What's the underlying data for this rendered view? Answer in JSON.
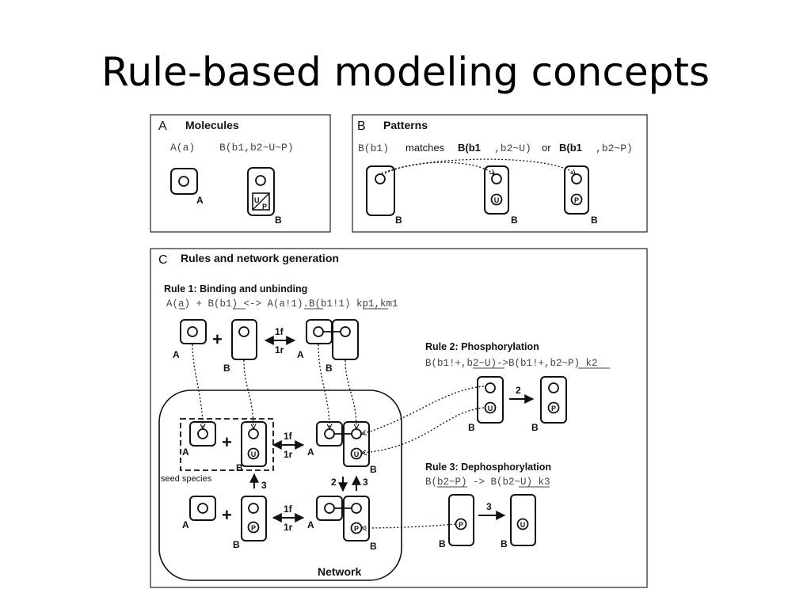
{
  "slide": {
    "title": "Rule-based modeling concepts"
  },
  "panel_a": {
    "letter": "A",
    "heading": "Molecules",
    "code_a": "A(a)",
    "code_b": "B(b1,b2~U~P)",
    "mol_a": "A",
    "mol_b": "B",
    "state_u": "U",
    "state_p": "P"
  },
  "panel_b": {
    "letter": "B",
    "heading": "Patterns",
    "code_pattern": "B(b1)",
    "matches": "matches",
    "code_match1_b": "B(b1",
    "code_match1_rest": ",b2~U)",
    "or": "or",
    "code_match2_b": "B(b1",
    "code_match2_rest": ",b2~P)",
    "mol_b": "B",
    "state_u": "U",
    "state_p": "P"
  },
  "panel_c": {
    "letter": "C",
    "heading": "Rules and network generation",
    "rule1_title": "Rule 1: Binding and unbinding",
    "rule1_code": "A(a) + B(b1) <-> A(a!1).B(b1!1) kp1,km1",
    "rule2_title": "Rule 2: Phosphorylation",
    "rule2_code": "B(b1!+,b2~U)->B(b1!+,b2~P) k2",
    "rule3_title": "Rule 3: Dephosphorylation",
    "rule3_code": "B(b2~P) -> B(b2~U) k3",
    "network_label": "Network",
    "seed_label": "seed species",
    "forward": "1f",
    "reverse": "1r",
    "rate2": "2",
    "rate3": "3",
    "mol_a": "A",
    "mol_b": "B",
    "plus": "+",
    "state_u": "U",
    "state_p": "P"
  }
}
